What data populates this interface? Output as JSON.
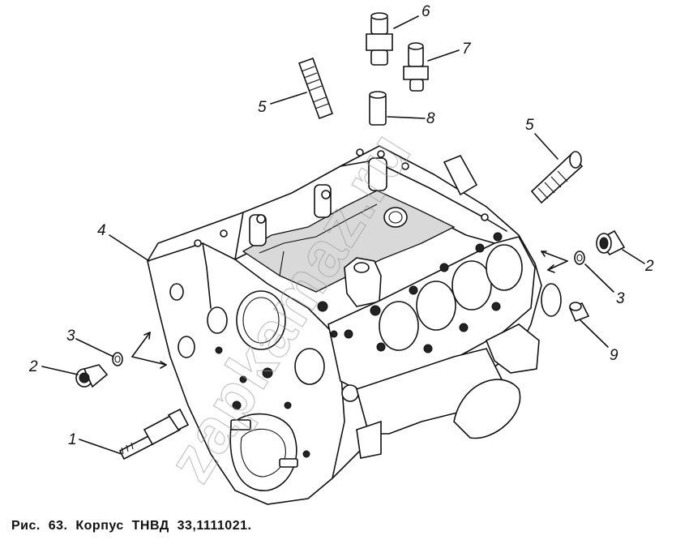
{
  "figure": {
    "caption": "Рис.  63.  Корпус  ТНВД  33,1111021.",
    "watermark": "zapkamaz.ru"
  },
  "callouts": [
    {
      "id": "c1",
      "label": "1"
    },
    {
      "id": "c2a",
      "label": "2"
    },
    {
      "id": "c2b",
      "label": "2"
    },
    {
      "id": "c3a",
      "label": "3"
    },
    {
      "id": "c3b",
      "label": "3"
    },
    {
      "id": "c4",
      "label": "4"
    },
    {
      "id": "c5a",
      "label": "5"
    },
    {
      "id": "c5b",
      "label": "5"
    },
    {
      "id": "c6",
      "label": "6"
    },
    {
      "id": "c7",
      "label": "7"
    },
    {
      "id": "c8",
      "label": "8"
    },
    {
      "id": "c9",
      "label": "9"
    }
  ]
}
